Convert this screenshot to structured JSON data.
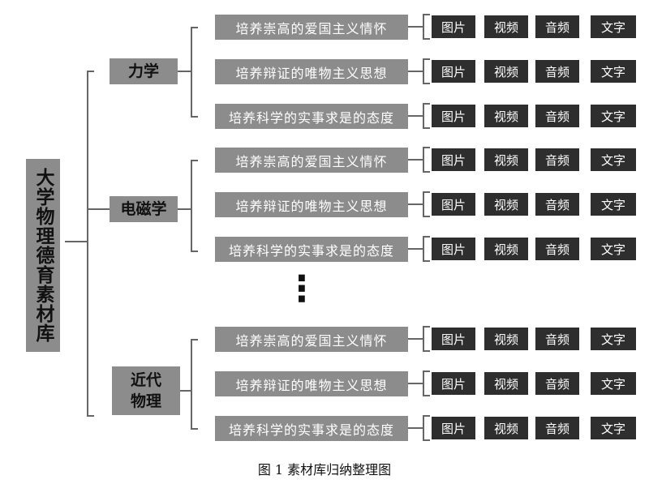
{
  "root_label": "大学物理德育素材库",
  "categories": [
    {
      "label": "力学"
    },
    {
      "label": "电磁学"
    },
    {
      "label": "近代\n物理"
    }
  ],
  "goals": [
    "培养崇高的爱国主义情怀",
    "培养辩证的唯物主义思想",
    "培养科学的实事求是的态度"
  ],
  "media": [
    "图片",
    "视频",
    "音频",
    "文字"
  ],
  "ellipsis": "⋮",
  "caption": "图 1  素材库归纳整理图"
}
